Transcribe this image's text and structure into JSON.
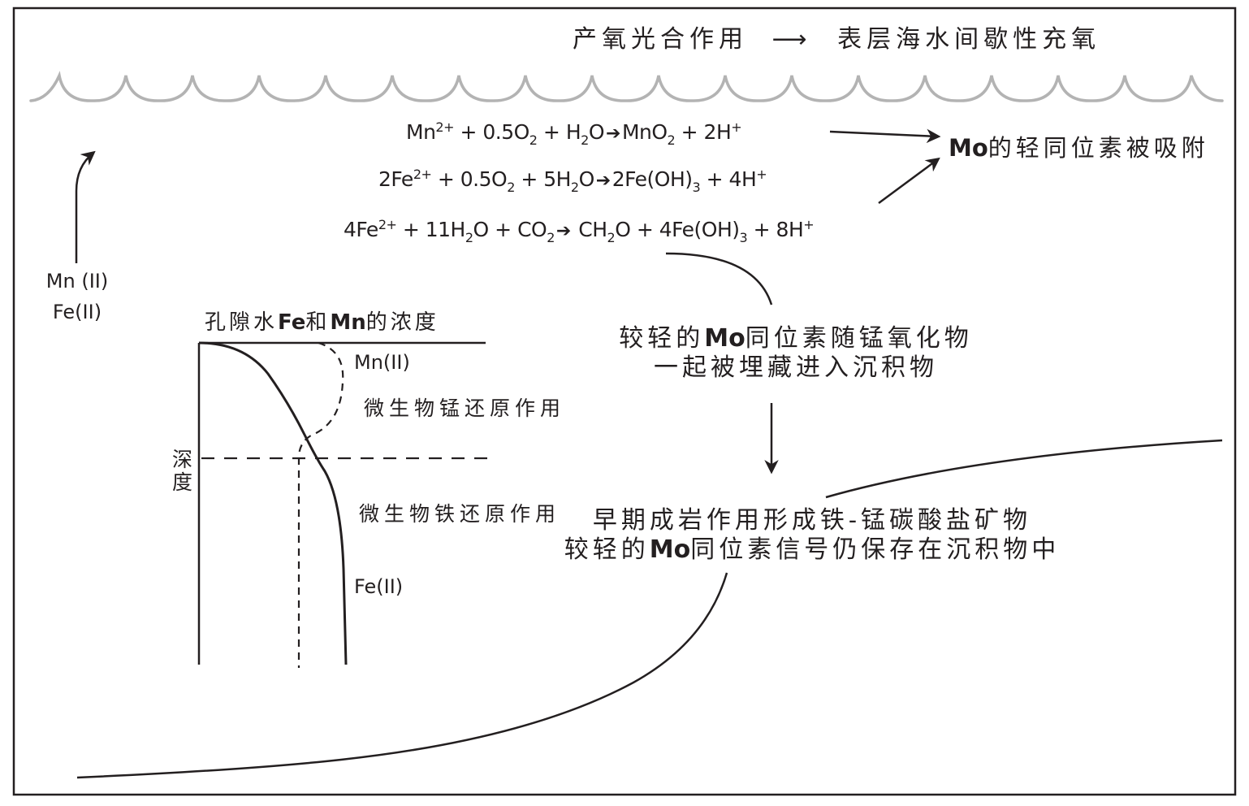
{
  "title": {
    "left": "产氧光合作用",
    "arrow": "⟶",
    "right": "表层海水间歇性充氧"
  },
  "equations": [
    {
      "parts": [
        {
          "t": "Mn"
        },
        {
          "sup": "2+"
        },
        {
          "t": " + 0.5O"
        },
        {
          "sub": "2"
        },
        {
          "t": " + H"
        },
        {
          "sub": "2"
        },
        {
          "t": "O"
        },
        {
          "arrow": "➔"
        },
        {
          "t": "MnO"
        },
        {
          "sub": "2"
        },
        {
          "t": " + 2H"
        },
        {
          "sup": "+"
        }
      ],
      "text": "Mn2+ + 0.5O2 + H2O → MnO2 + 2H+"
    },
    {
      "parts": [
        {
          "t": "2Fe"
        },
        {
          "sup": "2+"
        },
        {
          "t": " + 0.5O"
        },
        {
          "sub": "2"
        },
        {
          "t": " + 5H"
        },
        {
          "sub": "2"
        },
        {
          "t": "O"
        },
        {
          "arrow": "➔"
        },
        {
          "t": "2Fe(OH)"
        },
        {
          "sub": "3"
        },
        {
          "t": " + 4H"
        },
        {
          "sup": "+"
        }
      ],
      "text": "2Fe2+ + 0.5O2 + 5H2O → 2Fe(OH)3 + 4H+"
    },
    {
      "parts": [
        {
          "t": "4Fe"
        },
        {
          "sup": "2+"
        },
        {
          "t": " + 11H"
        },
        {
          "sub": "2"
        },
        {
          "t": "O + CO"
        },
        {
          "sub": "2"
        },
        {
          "arrow": "➔"
        },
        {
          "t": " CH"
        },
        {
          "sub": "2"
        },
        {
          "t": "O + 4Fe(OH)"
        },
        {
          "sub": "3"
        },
        {
          "t": " + 8H"
        },
        {
          "sup": "+"
        }
      ],
      "text": "4Fe2+ + 11H2O + CO2 → CH2O + 4Fe(OH)3 + 8H+"
    }
  ],
  "mo_adsorption": {
    "latin": "Mo",
    "chinese": "的轻同位素被吸附"
  },
  "upwelling_labels": {
    "mn": "Mn (II)",
    "fe": "Fe(II)"
  },
  "profile": {
    "title_parts": [
      {
        "cn": "孔隙水"
      },
      {
        "latin": "Fe"
      },
      {
        "cn": "和"
      },
      {
        "latin": "Mn"
      },
      {
        "cn": "的浓度"
      }
    ],
    "depth_label": [
      "深",
      "度"
    ],
    "mn_label": "Mn(II)",
    "mn_reduction": "微生物锰还原作用",
    "fe_reduction": "微生物铁还原作用",
    "fe_label": "Fe(II)"
  },
  "burial_text": {
    "line1_pre": "较轻的",
    "line1_latin": "Mo",
    "line1_post": "同位素随锰氧化物",
    "line2": "一起被埋藏进入沉积物"
  },
  "diagenesis_text": {
    "line1": "早期成岩作用形成铁-锰碳酸盐矿物",
    "line2_pre": "较轻的",
    "line2_latin": "Mo",
    "line2_post": "同位素信号仍保存在沉积物中"
  },
  "colors": {
    "ink": "#231f20",
    "wave": "#b3b3b3",
    "background": "#ffffff"
  }
}
